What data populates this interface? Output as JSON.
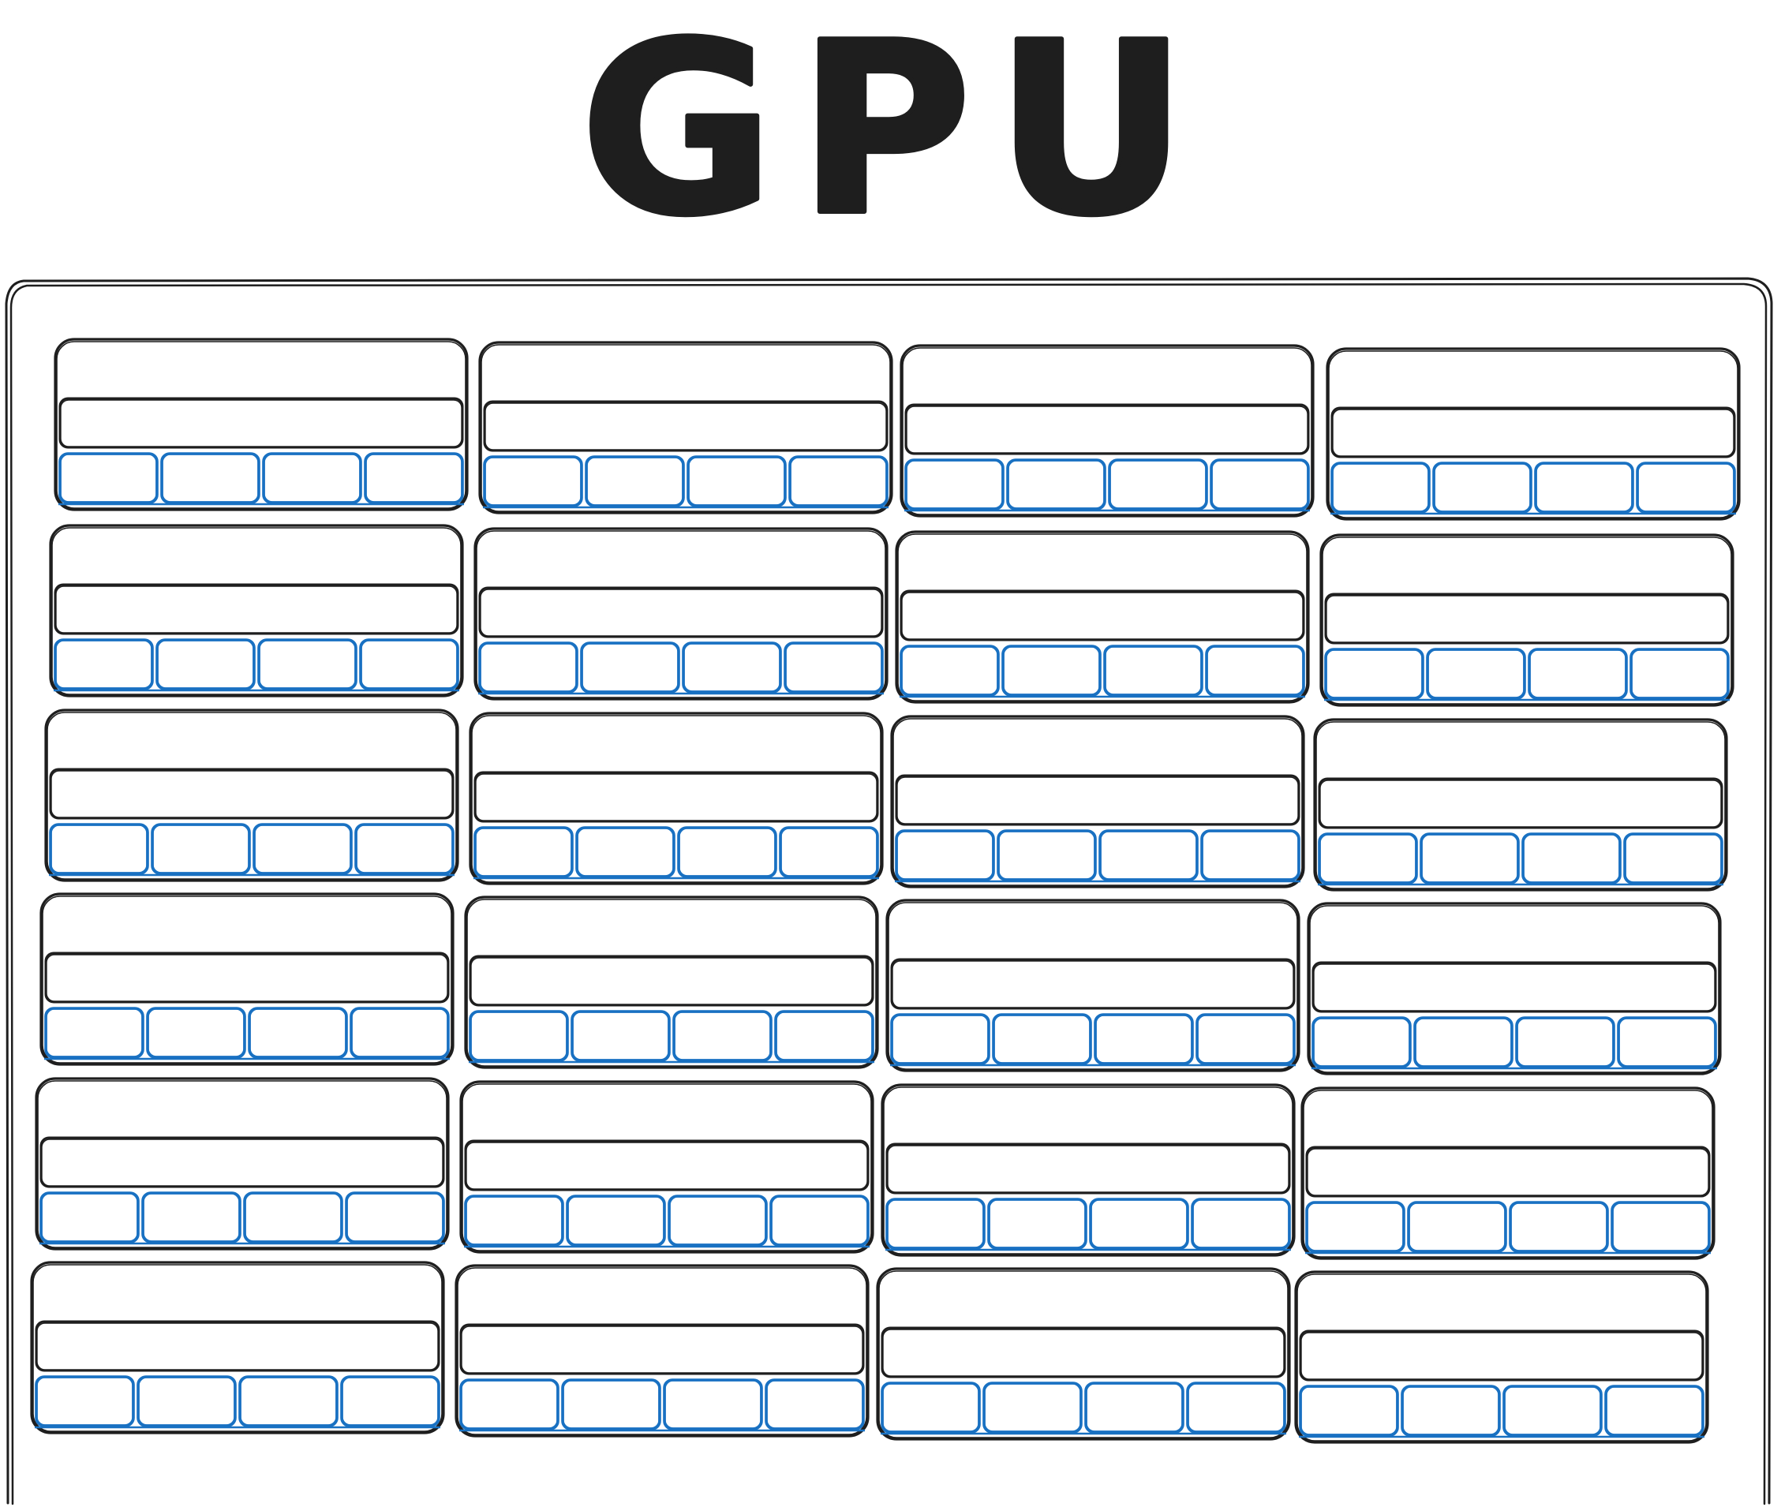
{
  "title": "GPU",
  "grid": {
    "rows": 6,
    "cols": 4,
    "cells_per_unit": 4
  },
  "colors": {
    "outline": "#1e1e1e",
    "cell": "#1971c2",
    "background": "#ffffff"
  }
}
